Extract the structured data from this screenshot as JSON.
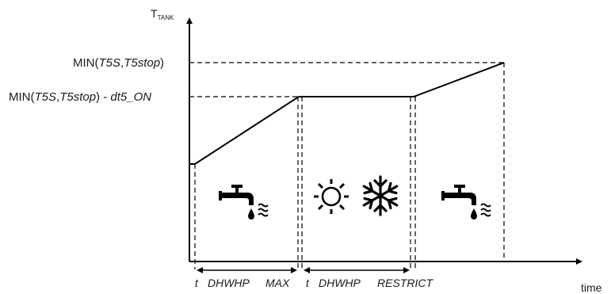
{
  "y_axis": {
    "label_main": "T",
    "label_sub": "TANK"
  },
  "x_axis": {
    "label": "time"
  },
  "levels": {
    "upper": {
      "prefix": "MIN(",
      "arg1": "T5S",
      "sep": ",",
      "arg2": "T5stop",
      "suffix": ")"
    },
    "lower": {
      "prefix": "MIN(",
      "arg1": "T5S",
      "sep": ",",
      "arg2": "T5stop",
      "suffix": ")",
      "minus": " - ",
      "offset": "dt5_ON"
    }
  },
  "intervals": [
    {
      "t": "t",
      "name": "DHWHP",
      "kind": "MAX"
    },
    {
      "t": "t",
      "name": "DHWHP",
      "kind": "RESTRICT"
    }
  ],
  "icons": {
    "first": "hot-water-tap-icon",
    "middle_left": "sun-icon",
    "middle_right": "snowflake-icon",
    "last": "hot-water-tap-icon"
  }
}
